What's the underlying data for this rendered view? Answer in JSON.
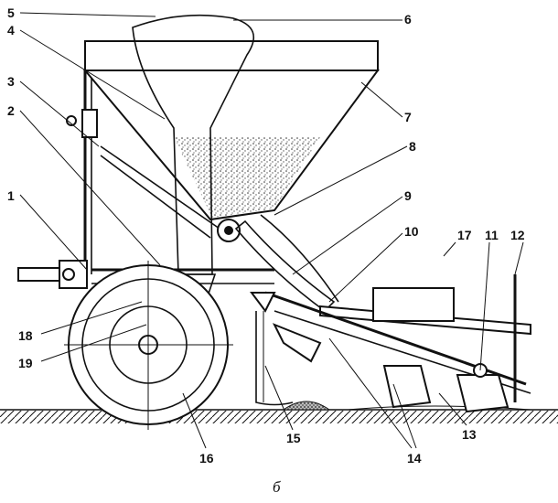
{
  "labels": {
    "l1": "1",
    "l2": "2",
    "l3": "3",
    "l4": "4",
    "l5": "5",
    "l6": "6",
    "l7": "7",
    "l8": "8",
    "l9": "9",
    "l10": "10",
    "l11": "11",
    "l12": "12",
    "l13": "13",
    "l14": "14",
    "l15": "15",
    "l16": "16",
    "l17": "17",
    "l18": "18",
    "l19": "19"
  },
  "caption": "б"
}
